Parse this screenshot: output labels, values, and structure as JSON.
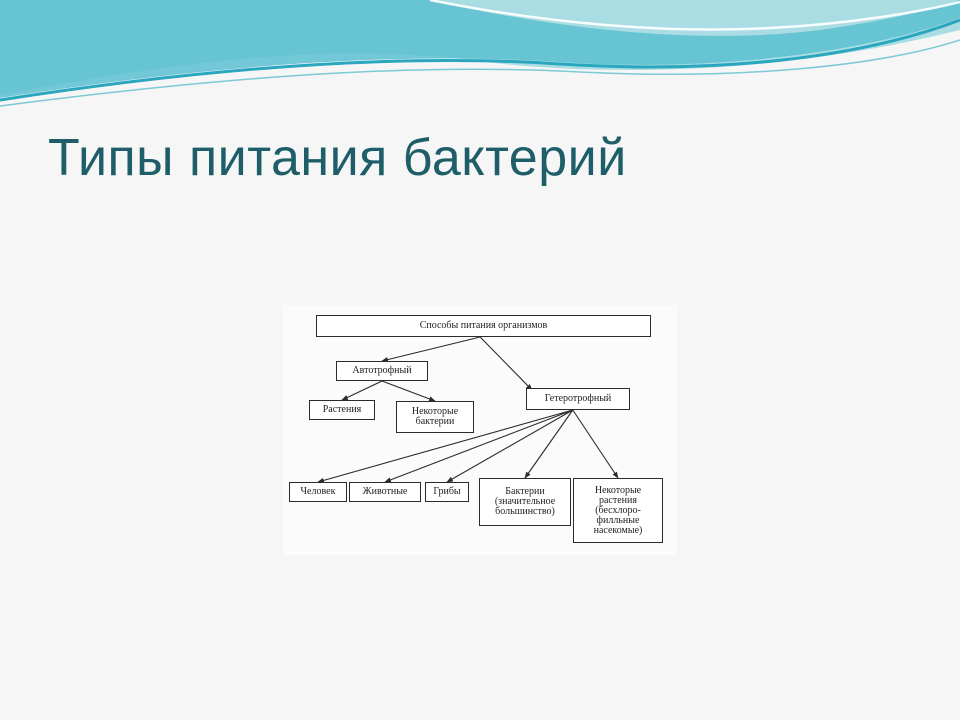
{
  "slide": {
    "title": "Типы питания бактерий",
    "accent_color": "#1d5e68",
    "wave_colors": [
      "#8fd0d8",
      "#2aa6be",
      "#5bbfd0"
    ]
  },
  "diagram": {
    "nodes": {
      "root": "Способы питания организмов",
      "autotrophic": "Автотрофный",
      "heterotrophic": "Гетеротрофный",
      "plants": "Растения",
      "some_bacteria": "Некоторые\nбактерии",
      "human": "Человек",
      "animals": "Животные",
      "fungi": "Грибы",
      "bacteria_majority": "Бактерии\n(значительное\nбольшинство)",
      "some_plants": "Некоторые\nрастения\n(бесхлоро-\nфилльные\nнасекомые)"
    },
    "edges": [
      [
        "root",
        "autotrophic"
      ],
      [
        "root",
        "heterotrophic"
      ],
      [
        "autotrophic",
        "plants"
      ],
      [
        "autotrophic",
        "some_bacteria"
      ],
      [
        "heterotrophic",
        "human"
      ],
      [
        "heterotrophic",
        "animals"
      ],
      [
        "heterotrophic",
        "fungi"
      ],
      [
        "heterotrophic",
        "bacteria_majority"
      ],
      [
        "heterotrophic",
        "some_plants"
      ]
    ]
  }
}
